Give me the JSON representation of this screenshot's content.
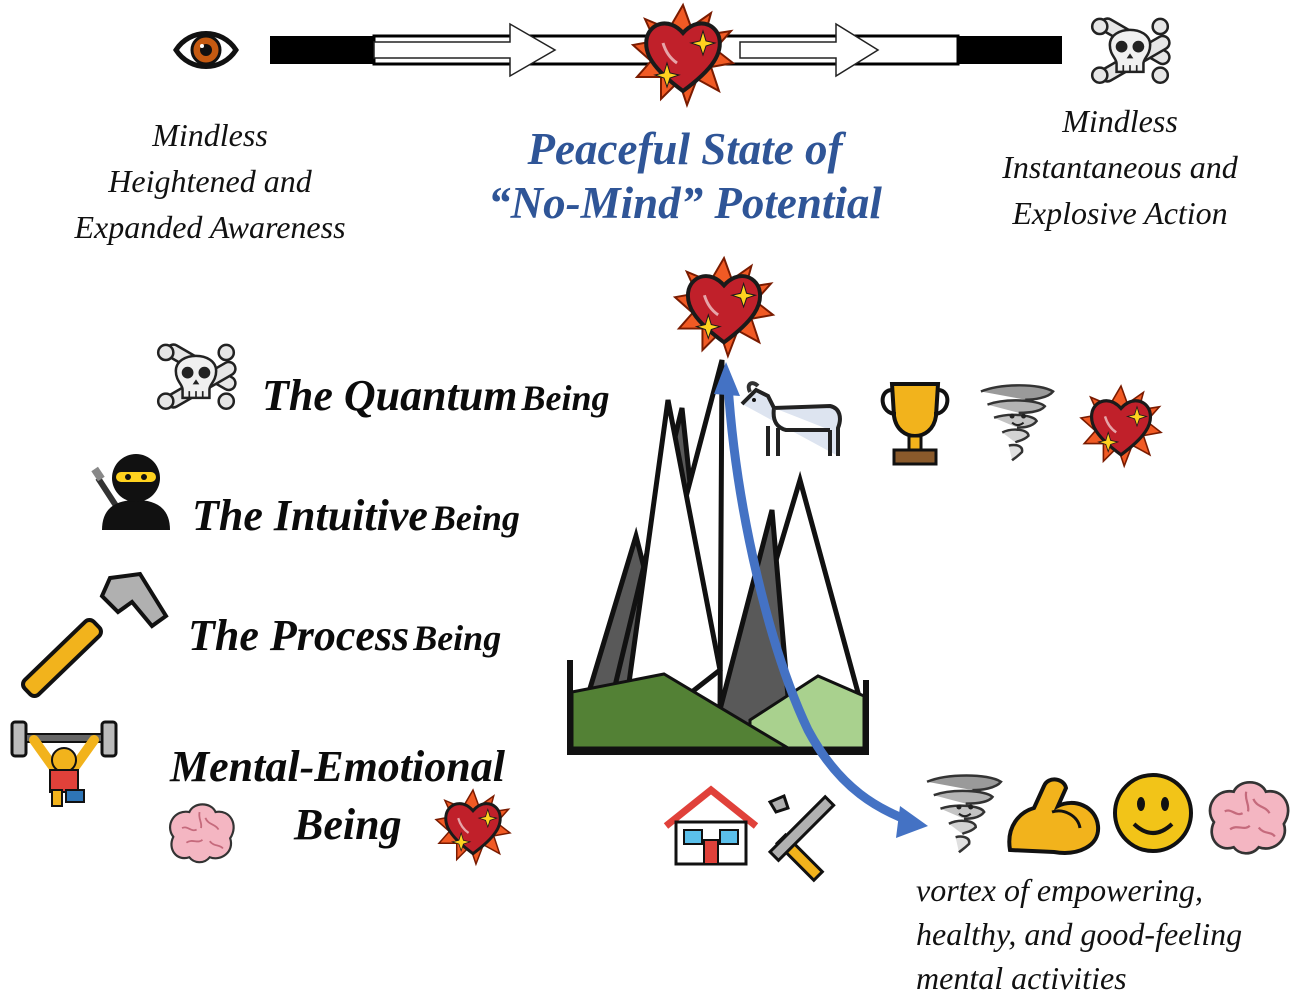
{
  "spectrum": {
    "left_caption": [
      "Mindless",
      "Heightened and",
      "Expanded Awareness"
    ],
    "center_title": [
      "Peaceful State of",
      "“No-Mind” Potential"
    ],
    "right_caption": [
      "Mindless",
      "Instantaneous and",
      "Explosive Action"
    ],
    "left_icon": "eye-icon",
    "center_icon": "sparkling-heart-icon",
    "right_icon": "skull-crossbones-icon",
    "title_color": "#2f5597"
  },
  "levels": [
    {
      "name": "The Quantum",
      "suffix": "Being",
      "icon": "skull-crossbones-icon"
    },
    {
      "name": "The Intuitive",
      "suffix": "Being",
      "icon": "ninja-icon"
    },
    {
      "name": "The Process",
      "suffix": "Being",
      "icon": "hammer-icon"
    },
    {
      "name": "Mental-Emotional",
      "suffix": "Being",
      "icon": "weightlifter-icon"
    }
  ],
  "summit_icons": [
    "goat-icon",
    "trophy-icon",
    "tornado-icon",
    "sparkling-heart-icon"
  ],
  "base_icons": [
    "house-icon",
    "tools-icon"
  ],
  "vortex_icons": [
    "tornado-icon",
    "flexed-biceps-icon",
    "smiley-icon",
    "brain-icon"
  ],
  "vortex_caption": [
    "vortex of empowering,",
    "healthy, and good-feeling",
    "mental activities"
  ],
  "colors": {
    "arrow": "#4472c4",
    "heart": "#c0202a",
    "sparkle": "#ffd21f",
    "mountain_dark": "#595959",
    "hill_dark": "#538135",
    "hill_light": "#a9d18e"
  }
}
